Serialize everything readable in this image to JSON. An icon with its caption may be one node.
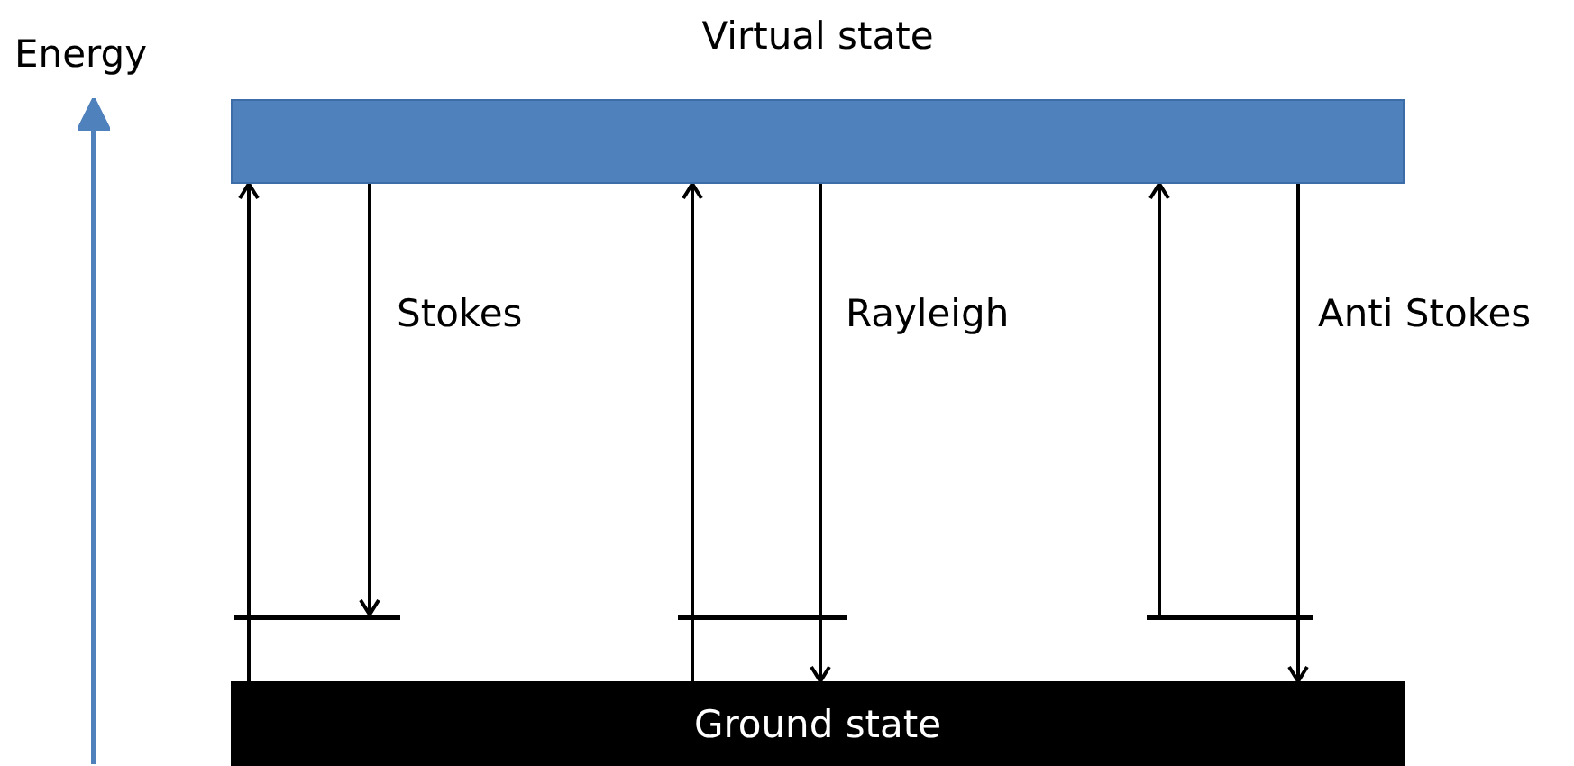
{
  "diagram": {
    "nodes": [
      {
        "text": [
          "Virtual state"
        ]
      },
      {
        "text": [],
        "shape": "line"
      },
      {
        "text": [],
        "shape": "line"
      },
      {
        "text": [],
        "shape": "line"
      },
      {
        "text": [
          "Ground state"
        ]
      }
    ],
    "edges": [
      {
        "from": 4,
        "to": 0,
        "arrow": "to"
      },
      {
        "from": 0,
        "to": 1,
        "arrow": "to",
        "label": "Stokes"
      },
      {
        "from": 4,
        "to": 0,
        "arrow": "to"
      },
      {
        "from": 0,
        "to": 4,
        "arrow": "to",
        "label": "Rayleigh"
      },
      {
        "from": 3,
        "to": 0,
        "arrow": "to"
      },
      {
        "from": 0,
        "to": 4,
        "arrow": "to",
        "label": "Anti Stokes"
      }
    ],
    "labels": [
      "Energy"
    ]
  }
}
